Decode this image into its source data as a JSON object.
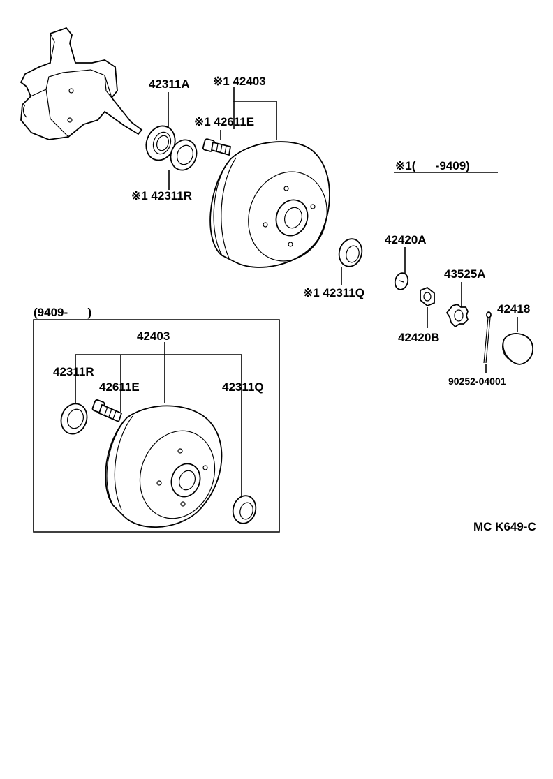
{
  "main_assembly": {
    "labels": {
      "bearing_outer": "42311A",
      "hub": "※1 42403",
      "hub_bolt": "※1 42611E",
      "bearing_outer_race": "※1 42311R",
      "bearing_inner_race": "※1 42311Q",
      "washer": "42420A",
      "nut": "42420B",
      "nut_lock_cap": "43525A",
      "grease_cap": "42418",
      "cotter_pin": "90252-04001"
    },
    "footnote": "※1(      -9409)"
  },
  "inset_assembly": {
    "title": "(9409-      )",
    "labels": {
      "hub": "42403",
      "bearing_outer_race": "42311R",
      "hub_bolt": "42611E",
      "bearing_inner_race": "42311Q"
    }
  },
  "diagram_code": "MC K649-C"
}
